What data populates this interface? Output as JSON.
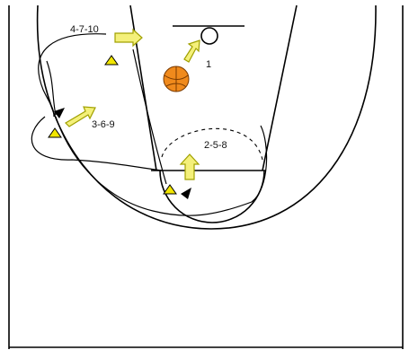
{
  "diagram": {
    "labels": {
      "player_top": "4-7-10",
      "ball_handler": "1",
      "player_wing": "3-6-9",
      "player_lane": "2-5-8"
    },
    "colors": {
      "court_line": "#000000",
      "player_marker": "#f2e600",
      "arrow_fill": "#f4f07a",
      "arrow_stroke": "#a0a000",
      "ball": "#f08a1c",
      "ball_seam": "#7a3a00"
    },
    "icons": [
      "triangle-player-icon",
      "arrow-icon",
      "basketball-icon",
      "screen-flag-icon"
    ]
  }
}
